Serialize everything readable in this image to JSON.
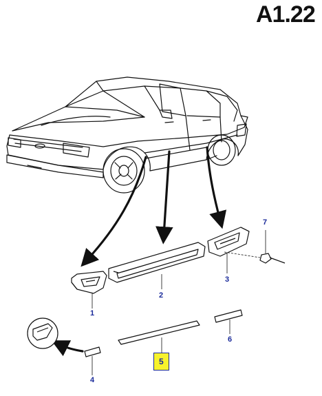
{
  "page_code": "A1.22",
  "callouts": [
    {
      "label": "1"
    },
    {
      "label": "2"
    },
    {
      "label": "3"
    },
    {
      "label": "4"
    },
    {
      "label": "5",
      "highlighted": true,
      "highlight_color": "#f7f22c"
    },
    {
      "label": "6"
    },
    {
      "label": "7"
    }
  ],
  "colors": {
    "callout_text": "#1a2a9a",
    "line_art": "#111111",
    "highlight": "#f7f22c"
  }
}
